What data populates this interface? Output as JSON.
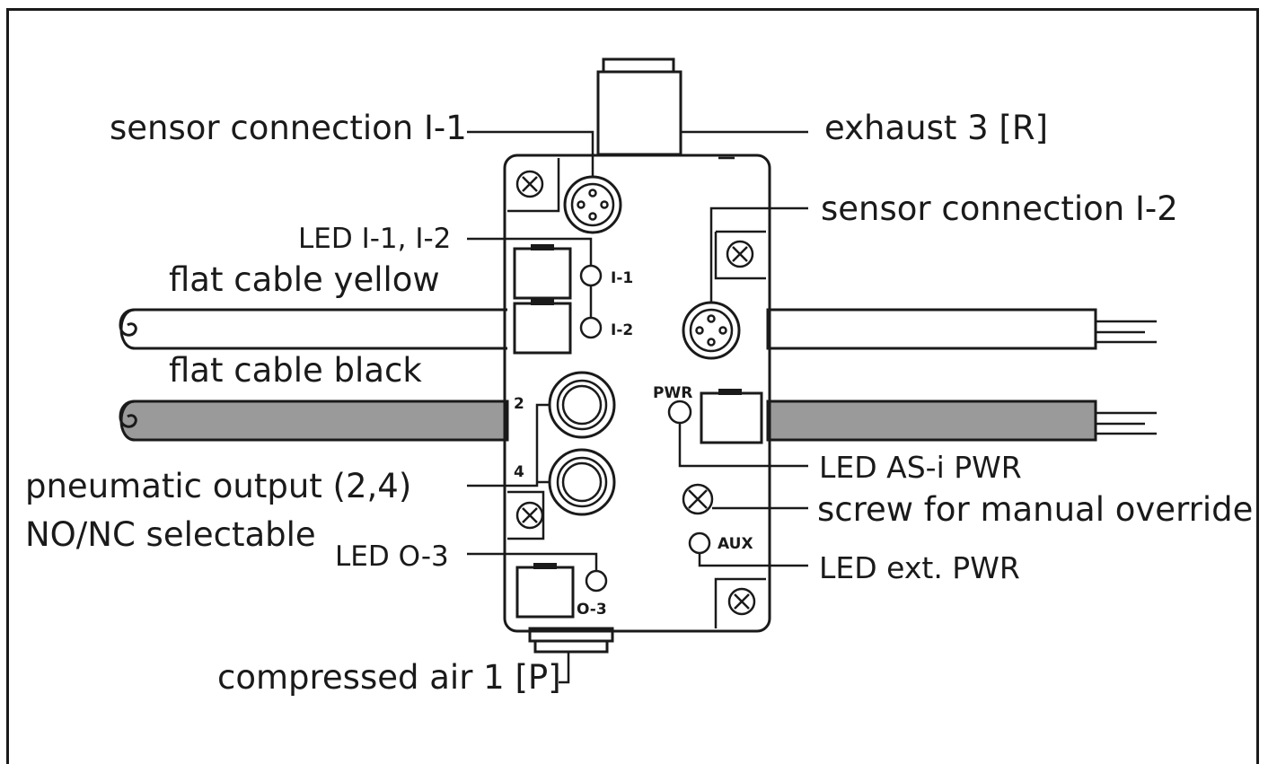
{
  "labels": {
    "sensor_i1": "sensor connection I-1",
    "exhaust": "exhaust 3 [R]",
    "sensor_i2": "sensor connection I-2",
    "led_i1_i2": "LED I-1, I-2",
    "flat_yellow": "flat cable yellow",
    "flat_black": "flat cable black",
    "pneumatic_1": "pneumatic output (2,4)",
    "pneumatic_2": "NO/NC selectable",
    "led_o3": "LED O-3",
    "led_asi_pwr": "LED AS-i PWR",
    "screw_override": "screw for manual override",
    "led_ext_pwr": "LED ext. PWR",
    "compressed_air": "compressed air 1 [P]"
  },
  "device_marks": {
    "i1": "I-1",
    "i2": "I-2",
    "port2": "2",
    "port4": "4",
    "pwr": "PWR",
    "aux": "AUX",
    "o3": "O-3"
  },
  "colors": {
    "yellow_cable": "#ffffff",
    "black_cable": "#9a9a9a",
    "line": "#1a1a1a"
  }
}
